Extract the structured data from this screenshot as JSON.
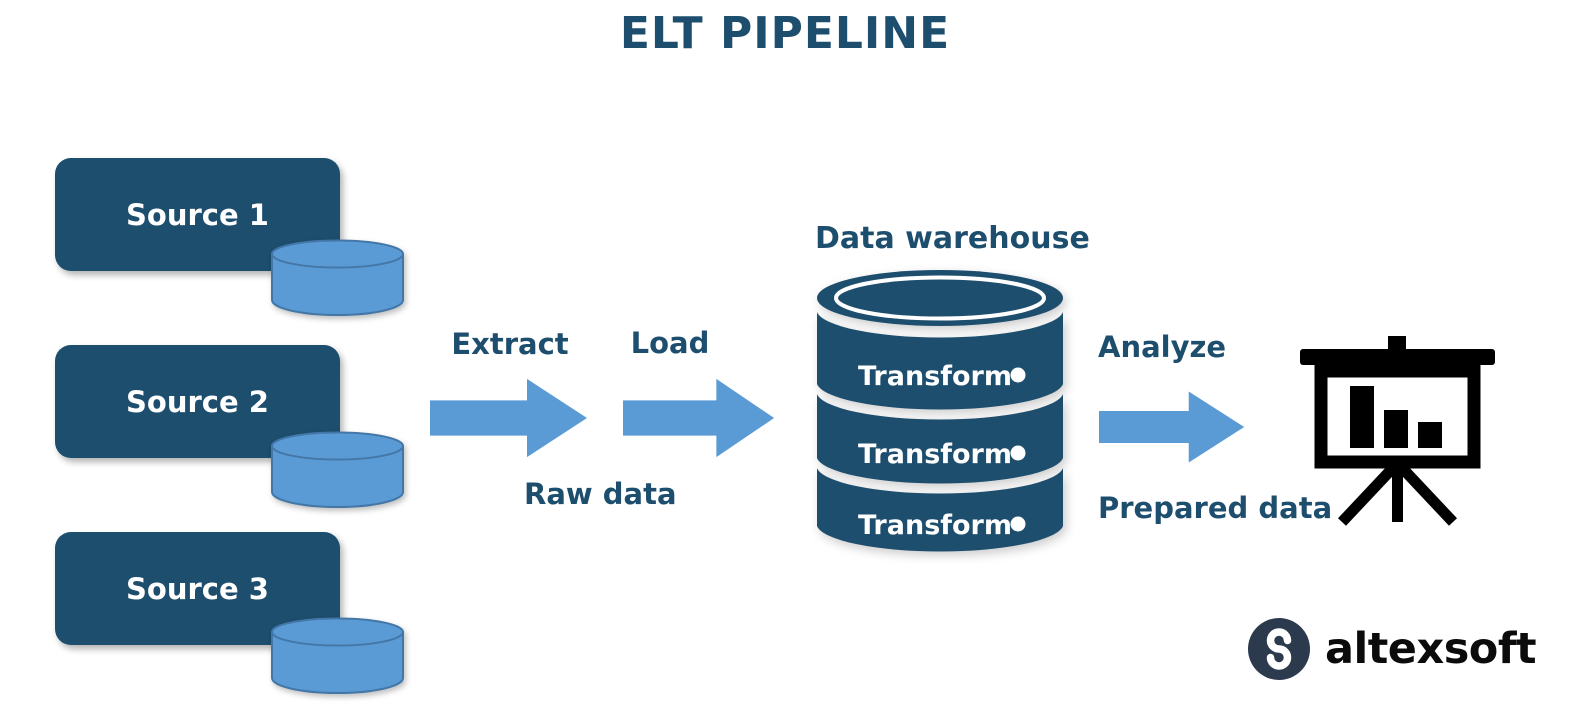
{
  "title": "ELT PIPELINE",
  "sources": [
    {
      "label": "Source 1"
    },
    {
      "label": "Source 2"
    },
    {
      "label": "Source 3"
    }
  ],
  "labels": {
    "extract": "Extract",
    "load": "Load",
    "raw_data": "Raw data",
    "analyze": "Analyze",
    "prepared_data": "Prepared data"
  },
  "warehouse": {
    "title": "Data warehouse",
    "layers": [
      {
        "label": "Transform"
      },
      {
        "label": "Transform"
      },
      {
        "label": "Transform"
      }
    ]
  },
  "logo": {
    "text": "altexsoft"
  },
  "colors": {
    "navy": "#1d4e6e",
    "light_blue": "#5b9bd5",
    "cylinder_outline": "#4377a8",
    "icon_black": "#000000",
    "logo_circle": "#2b3a4d",
    "background": "#ffffff"
  },
  "icons": {
    "source_database": "database-cylinder-icon",
    "warehouse": "data-warehouse-cylinder-icon",
    "extract_arrow": "block-arrow-right-icon",
    "load_arrow": "block-arrow-right-icon",
    "analyze_arrow": "block-arrow-right-icon",
    "analysis": "presentation-bar-chart-icon",
    "logo_mark": "altexsoft-s-mark-icon"
  }
}
